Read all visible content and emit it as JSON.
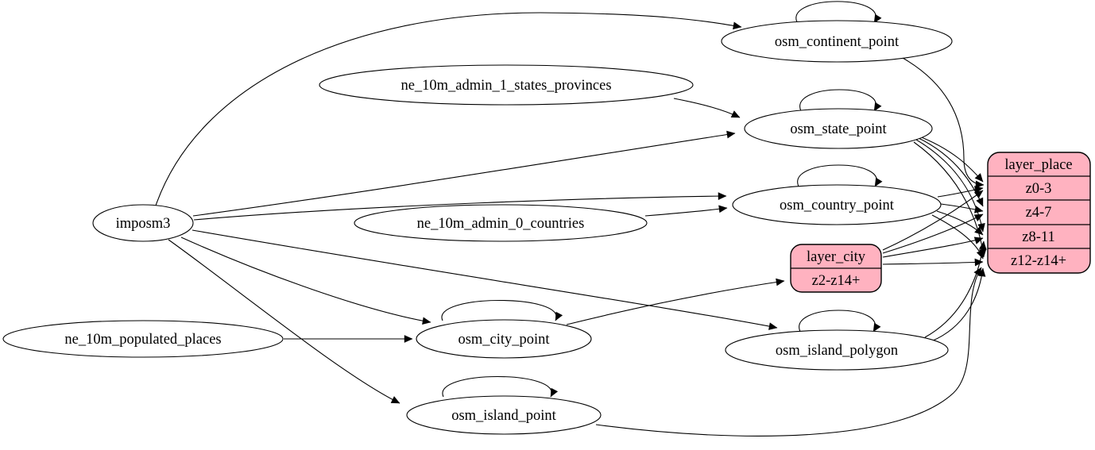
{
  "diagram": {
    "kind": "etl-graph",
    "colors": {
      "record_fill": "#ffb2c0",
      "ellipse_fill": "#ffffff",
      "stroke": "#000000",
      "background": "#ffffff"
    },
    "nodes": {
      "imposm3": {
        "label": "imposm3",
        "shape": "ellipse"
      },
      "ne_10m_populated_places": {
        "label": "ne_10m_populated_places",
        "shape": "ellipse"
      },
      "ne_10m_admin_1_states_provinces": {
        "label": "ne_10m_admin_1_states_provinces",
        "shape": "ellipse"
      },
      "ne_10m_admin_0_countries": {
        "label": "ne_10m_admin_0_countries",
        "shape": "ellipse"
      },
      "osm_continent_point": {
        "label": "osm_continent_point",
        "shape": "ellipse"
      },
      "osm_state_point": {
        "label": "osm_state_point",
        "shape": "ellipse"
      },
      "osm_country_point": {
        "label": "osm_country_point",
        "shape": "ellipse"
      },
      "osm_city_point": {
        "label": "osm_city_point",
        "shape": "ellipse"
      },
      "osm_island_polygon": {
        "label": "osm_island_polygon",
        "shape": "ellipse"
      },
      "osm_island_point": {
        "label": "osm_island_point",
        "shape": "ellipse"
      },
      "layer_city": {
        "label": "layer_city",
        "shape": "record",
        "rows": [
          "z2-z14+"
        ]
      },
      "layer_place": {
        "label": "layer_place",
        "shape": "record",
        "rows": [
          "z0-3",
          "z4-7",
          "z8-11",
          "z12-z14+"
        ]
      }
    },
    "edges": [
      {
        "from": "imposm3",
        "to": "osm_continent_point"
      },
      {
        "from": "imposm3",
        "to": "osm_state_point"
      },
      {
        "from": "imposm3",
        "to": "osm_country_point"
      },
      {
        "from": "imposm3",
        "to": "osm_city_point"
      },
      {
        "from": "imposm3",
        "to": "osm_island_polygon"
      },
      {
        "from": "imposm3",
        "to": "osm_island_point"
      },
      {
        "from": "ne_10m_admin_1_states_provinces",
        "to": "osm_state_point"
      },
      {
        "from": "ne_10m_admin_0_countries",
        "to": "osm_country_point"
      },
      {
        "from": "ne_10m_populated_places",
        "to": "osm_city_point"
      },
      {
        "from": "osm_continent_point",
        "to": "osm_continent_point"
      },
      {
        "from": "osm_state_point",
        "to": "osm_state_point"
      },
      {
        "from": "osm_country_point",
        "to": "osm_country_point"
      },
      {
        "from": "osm_city_point",
        "to": "osm_city_point"
      },
      {
        "from": "osm_island_polygon",
        "to": "osm_island_polygon"
      },
      {
        "from": "osm_island_point",
        "to": "osm_island_point"
      },
      {
        "from": "osm_continent_point",
        "to": "layer_place:z0-3"
      },
      {
        "from": "osm_state_point",
        "to": "layer_place:z0-3"
      },
      {
        "from": "osm_state_point",
        "to": "layer_place:z4-7"
      },
      {
        "from": "osm_state_point",
        "to": "layer_place:z8-11"
      },
      {
        "from": "osm_state_point",
        "to": "layer_place:z12-z14+"
      },
      {
        "from": "osm_country_point",
        "to": "layer_place:z0-3"
      },
      {
        "from": "osm_country_point",
        "to": "layer_place:z4-7"
      },
      {
        "from": "osm_country_point",
        "to": "layer_place:z8-11"
      },
      {
        "from": "osm_country_point",
        "to": "layer_place:z12-z14+"
      },
      {
        "from": "osm_city_point",
        "to": "layer_city:z2-z14+"
      },
      {
        "from": "layer_city",
        "to": "layer_place:z0-3"
      },
      {
        "from": "layer_city",
        "to": "layer_place:z4-7"
      },
      {
        "from": "layer_city",
        "to": "layer_place:z8-11"
      },
      {
        "from": "layer_city",
        "to": "layer_place:z12-z14+"
      },
      {
        "from": "osm_island_polygon",
        "to": "layer_place:z8-11"
      },
      {
        "from": "osm_island_polygon",
        "to": "layer_place:z12-z14+"
      },
      {
        "from": "osm_island_point",
        "to": "layer_place:z12-z14+"
      }
    ]
  }
}
